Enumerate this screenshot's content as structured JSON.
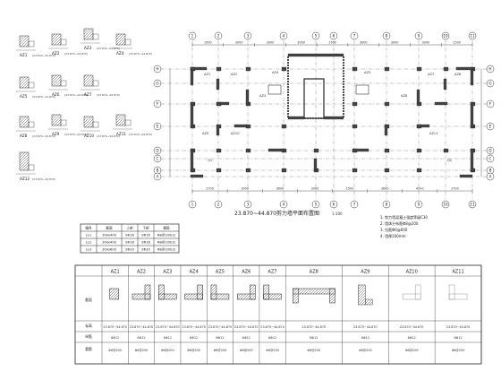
{
  "plan": {
    "title": "23.870~44.870剪力墙平面布置图",
    "scale": "1:100",
    "axes_top": [
      "1",
      "2",
      "3",
      "4",
      "5",
      "6",
      "7",
      "8",
      "9",
      "10",
      "11"
    ],
    "axes_left": [
      "H",
      "G",
      "F",
      "E",
      "D",
      "C",
      "B",
      "A"
    ],
    "dims_top": [
      "1500",
      "3000",
      "3000",
      "3000",
      "1500",
      "3000",
      "3000",
      "3000",
      "1500"
    ],
    "dims_bottom": [
      "2700",
      "3000",
      "3600",
      "3000",
      "1500",
      "3600",
      "4200",
      "2700"
    ],
    "wall_labels": [
      "AZ1",
      "AZ2",
      "AZ3",
      "AZ4",
      "AZ5",
      "AZ6",
      "AZ7",
      "AZ8",
      "AZ9",
      "AZ10",
      "AZ11",
      "Q1",
      "Q2"
    ]
  },
  "beam_table": {
    "header": [
      "编号",
      "截面",
      "上部",
      "下部",
      "箍筋"
    ],
    "rows": [
      [
        "LL1",
        "200x400",
        "2Φ16",
        "2Φ16",
        "Φ8@100(2)"
      ],
      [
        "LL2",
        "200x400",
        "2Φ18",
        "2Φ18",
        "Φ8@100(2)"
      ],
      [
        "LL3",
        "200x600",
        "2Φ20",
        "2Φ20",
        "Φ8@100(2)"
      ]
    ]
  },
  "notes": [
    "1. 剪力墙混凝土强度等级C30",
    "2. 墙体分布筋Φ8@200",
    "3. 拉筋Φ6@600",
    "4. 墙厚200mm"
  ],
  "left_sections": {
    "labels": [
      "AZ1",
      "AZ2",
      "AZ3",
      "AZ4",
      "AZ5",
      "AZ6",
      "AZ7",
      "AZ8",
      "AZ9",
      "AZ10",
      "AZ11",
      "AZ12"
    ],
    "range": "(23.870~44.870)"
  },
  "column_table": {
    "row_titles": [
      "截面",
      "标高",
      "纵筋",
      "箍筋"
    ],
    "columns": [
      "AZ1",
      "AZ2",
      "AZ3",
      "AZ4",
      "AZ5",
      "AZ6",
      "AZ7",
      "AZ8",
      "AZ9",
      "AZ10",
      "AZ11"
    ],
    "elevation": "23.870~44.870",
    "rebar": [
      "6Φ12",
      "6Φ12",
      "6Φ12",
      "6Φ12",
      "6Φ12",
      "6Φ12",
      "6Φ12",
      "8Φ12",
      "6Φ12",
      "6Φ12",
      "6Φ12"
    ],
    "stirrup": "Φ6@200"
  },
  "colors": {
    "line": "#333333",
    "hatch": "#555555",
    "axis": "#444444"
  }
}
